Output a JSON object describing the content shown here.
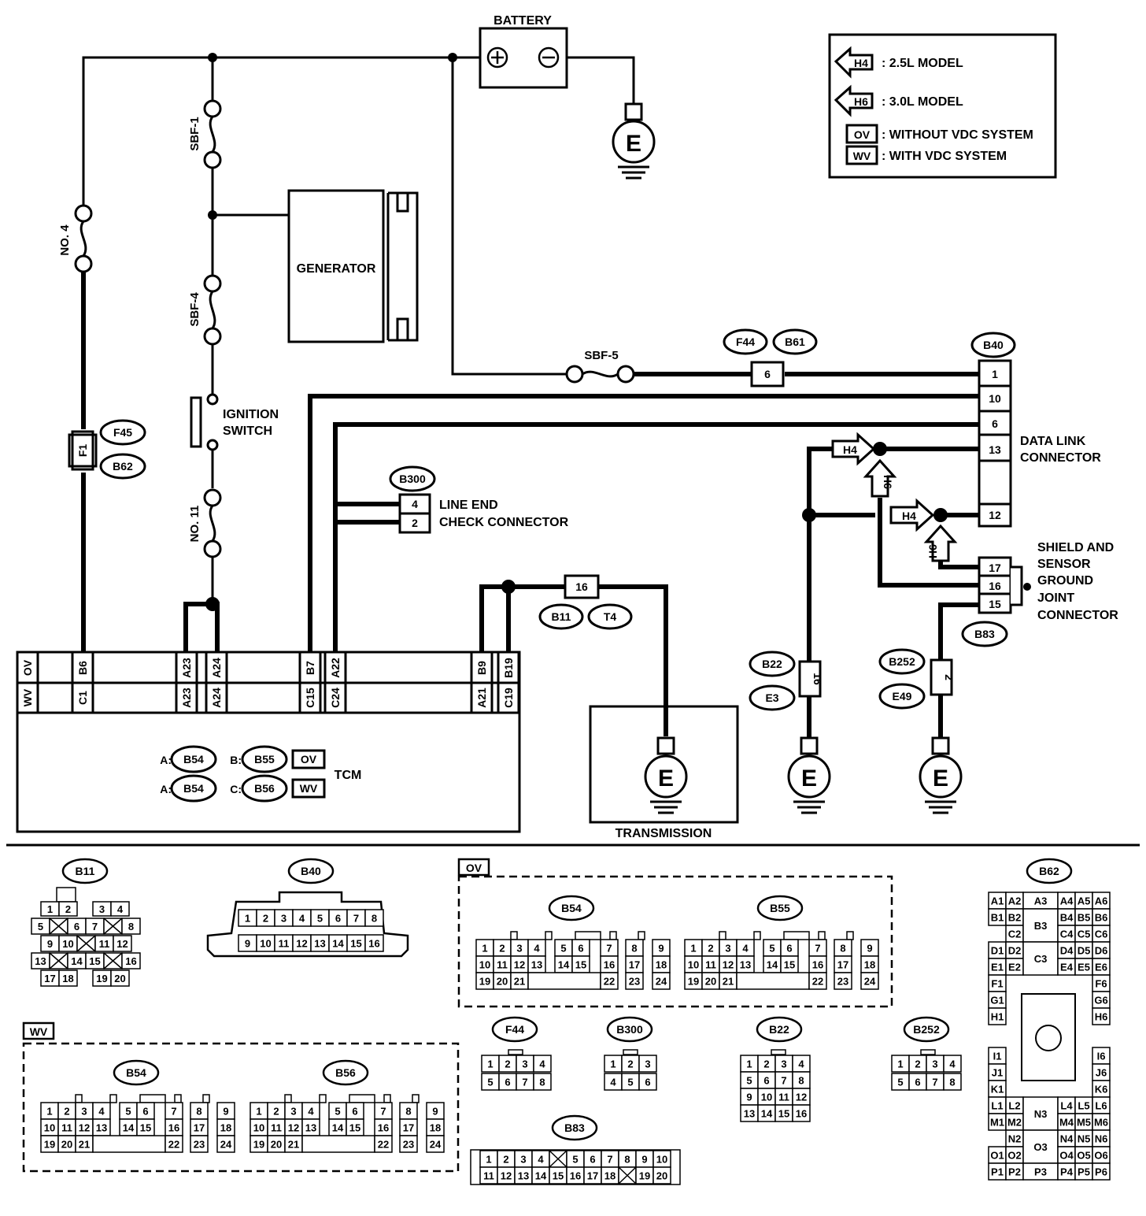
{
  "labels": {
    "battery": "BATTERY",
    "generator": "GENERATOR",
    "ignition_switch_1": "IGNITION",
    "ignition_switch_2": "SWITCH",
    "line_end_1": "LINE END",
    "line_end_2": "CHECK CONNECTOR",
    "data_link_1": "DATA LINK",
    "data_link_2": "CONNECTOR",
    "shield_1": "SHIELD AND",
    "shield_2": "SENSOR",
    "shield_3": "GROUND",
    "shield_4": "JOINT",
    "shield_5": "CONNECTOR",
    "transmission": "TRANSMISSION",
    "tcm": "TCM",
    "ground": "E"
  },
  "fuses": {
    "no4": "NO. 4",
    "sbf1": "SBF-1",
    "sbf4": "SBF-4",
    "no11": "NO. 11",
    "sbf5": "SBF-5"
  },
  "legend": {
    "h4_tag": "H4",
    "h4_text": ": 2.5L MODEL",
    "h6_tag": "H6",
    "h6_text": ": 3.0L MODEL",
    "ov_tag": "OV",
    "ov_text": ": WITHOUT VDC SYSTEM",
    "wv_tag": "WV",
    "wv_text": ": WITH VDC SYSTEM"
  },
  "connector_ids": {
    "f45": "F45",
    "b62": "B62",
    "f1": "F1",
    "f44": "F44",
    "b61": "B61",
    "b40": "B40",
    "b300": "B300",
    "b11": "B11",
    "t4": "T4",
    "b22": "B22",
    "e3": "E3",
    "b252": "B252",
    "e49": "E49",
    "b83": "B83",
    "b54": "B54",
    "b55": "B55",
    "b56": "B56",
    "a_prefix": "A:",
    "b_prefix": "B:",
    "c_prefix": "C:"
  },
  "pins": {
    "b40_1": "1",
    "b40_10": "10",
    "b40_6": "6",
    "b40_13": "13",
    "b40_12": "12",
    "b300_4": "4",
    "b300_2": "2",
    "f44_6": "6",
    "b11_16": "16",
    "b83_17": "17",
    "b83_16": "16",
    "b83_15": "15",
    "b22_16": "16",
    "b252_2": "2"
  },
  "tcm_pins": {
    "ov": [
      "OV",
      "B6",
      "A23",
      "A24",
      "B7",
      "A22",
      "B9",
      "B19"
    ],
    "wv": [
      "WV",
      "C1",
      "A23",
      "A24",
      "C15",
      "C24",
      "A21",
      "C19"
    ]
  },
  "views": {
    "b11": {
      "title": "B11",
      "r1": [
        "1",
        "2",
        "3",
        "4"
      ],
      "r2": [
        "5",
        "",
        "6",
        "7",
        "",
        "8"
      ],
      "r3": [
        "9",
        "10",
        "",
        "11",
        "12"
      ],
      "r4": [
        "13",
        "",
        "14",
        "15",
        "",
        "16"
      ],
      "r5": [
        "17",
        "18",
        "19",
        "20"
      ]
    },
    "b40": {
      "title": "B40",
      "r1": [
        "1",
        "2",
        "3",
        "4",
        "5",
        "6",
        "7",
        "8"
      ],
      "r2": [
        "9",
        "10",
        "11",
        "12",
        "13",
        "14",
        "15",
        "16"
      ]
    },
    "ov_group": "OV",
    "wv_group": "WV",
    "grid24": {
      "r1": [
        "1",
        "2",
        "3",
        "4",
        "5",
        "6",
        "7",
        "8",
        "9"
      ],
      "r2": [
        "10",
        "11",
        "12",
        "13",
        "14",
        "15",
        "16",
        "17",
        "18"
      ],
      "r3": [
        "19",
        "20",
        "21",
        "22",
        "23",
        "24"
      ]
    },
    "f44": {
      "title": "F44",
      "r1": [
        "1",
        "2",
        "3",
        "4"
      ],
      "r2": [
        "5",
        "6",
        "7",
        "8"
      ]
    },
    "b300": {
      "title": "B300",
      "r1": [
        "1",
        "2",
        "3"
      ],
      "r2": [
        "4",
        "5",
        "6"
      ]
    },
    "b22": {
      "title": "B22",
      "r1": [
        "1",
        "2",
        "3",
        "4"
      ],
      "r2": [
        "5",
        "6",
        "7",
        "8"
      ],
      "r3": [
        "9",
        "10",
        "11",
        "12"
      ],
      "r4": [
        "13",
        "14",
        "15",
        "16"
      ]
    },
    "b252": {
      "title": "B252",
      "r1": [
        "1",
        "2",
        "3",
        "4"
      ],
      "r2": [
        "5",
        "6",
        "7",
        "8"
      ]
    },
    "b83": {
      "title": "B83",
      "r1": [
        "1",
        "2",
        "3",
        "4",
        "",
        "5",
        "6",
        "7",
        "8",
        "9",
        "10"
      ],
      "r2": [
        "11",
        "12",
        "13",
        "14",
        "15",
        "16",
        "17",
        "18",
        "",
        "19",
        "20"
      ]
    },
    "b62": {
      "title": "B62",
      "left": [
        "A1",
        "B1",
        "D1",
        "E1",
        "F1",
        "G1",
        "H1",
        "I1",
        "J1",
        "K1",
        "L1",
        "M1",
        "O1",
        "P1"
      ],
      "left2": [
        "A2",
        "B2",
        "C2",
        "D2",
        "E2",
        "L2",
        "M2",
        "N2",
        "O2",
        "P2"
      ],
      "mid": [
        "A3",
        "B3",
        "C3",
        "N3",
        "O3",
        "P3"
      ],
      "right4": [
        "A4",
        "B4",
        "C4",
        "D4",
        "E4",
        "L4",
        "M4",
        "N4",
        "O4",
        "P4"
      ],
      "right5": [
        "A5",
        "B5",
        "C5",
        "D5",
        "E5",
        "L5",
        "M5",
        "N5",
        "O5",
        "P5"
      ],
      "right6": [
        "A6",
        "B6",
        "C6",
        "D6",
        "E6",
        "F6",
        "G6",
        "H6",
        "I6",
        "J6",
        "K6",
        "L6",
        "M6",
        "N6",
        "O6",
        "P6"
      ]
    }
  }
}
